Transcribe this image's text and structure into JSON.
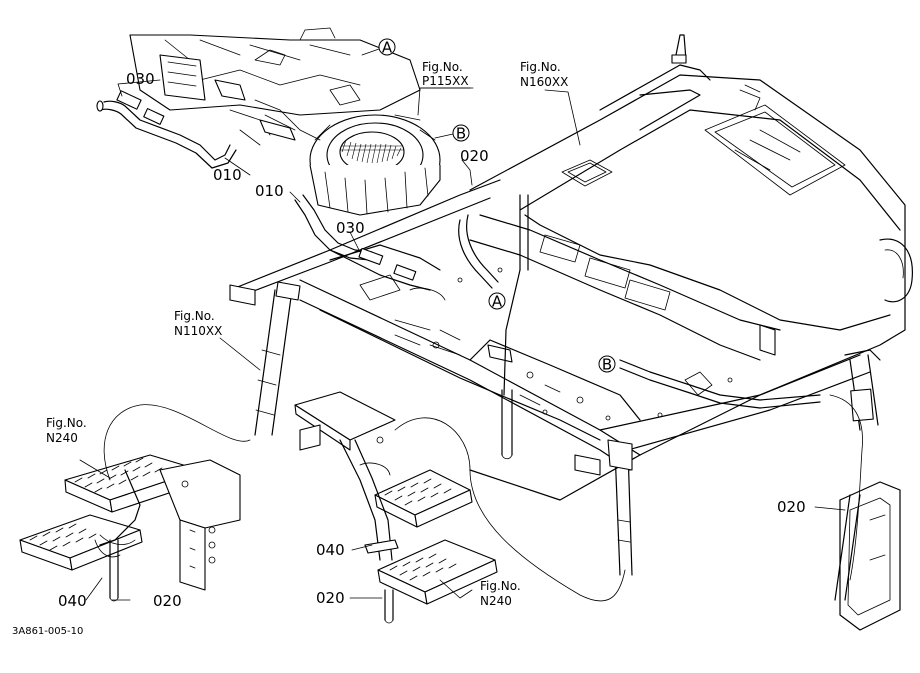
{
  "callouts": {
    "a_top": "A",
    "b_top": "B",
    "a_mid": "A",
    "b_mid": "B"
  },
  "parts": {
    "p030_top": "030",
    "p010_a": "010",
    "p010_b": "010",
    "p030_mid": "030",
    "p020_top": "020",
    "p020_right": "020",
    "p040_left": "040",
    "p020_left": "020",
    "p040_mid": "040",
    "p020_mid": "020"
  },
  "figrefs": {
    "p115": {
      "line1": "Fig.No.",
      "line2": "P115XX"
    },
    "n160": {
      "line1": "Fig.No.",
      "line2": "N160XX"
    },
    "n110": {
      "line1": "Fig.No.",
      "line2": "N110XX"
    },
    "n240_left": {
      "line1": "Fig.No.",
      "line2": "N240"
    },
    "n240_mid": {
      "line1": "Fig.No.",
      "line2": "N240"
    }
  },
  "drawing_code": "3A861-005-10"
}
